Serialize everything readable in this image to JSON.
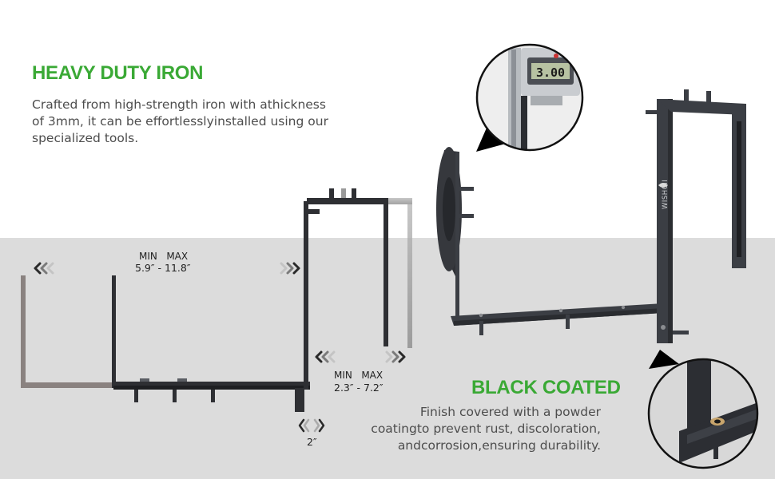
{
  "heavy_duty": {
    "title": "HEAVY DUTY IRON",
    "lines": [
      "Crafted from high-strength iron with athickness",
      "of 3mm, it can be effortlesslyinstalled using our",
      "specialized tools."
    ]
  },
  "black_coated": {
    "title": "BLACK COATED",
    "lines": [
      "Finish covered with a powder",
      "coatingto prevent rust, discoloration,",
      "andcorrosion,ensuring durability."
    ]
  },
  "dimensions": {
    "width": {
      "label": "MIN   MAX",
      "value": "5.9″ - 11.8″"
    },
    "depth": {
      "label": "MIN   MAX",
      "value": "2.3″ - 7.2″"
    },
    "tube": {
      "value": "2″"
    }
  },
  "caliper_reading": "3.00",
  "brand": "WISHCII",
  "colors": {
    "accent": "#3aa935",
    "bracket": "#3b3e44",
    "band": "#dcdcdc"
  }
}
